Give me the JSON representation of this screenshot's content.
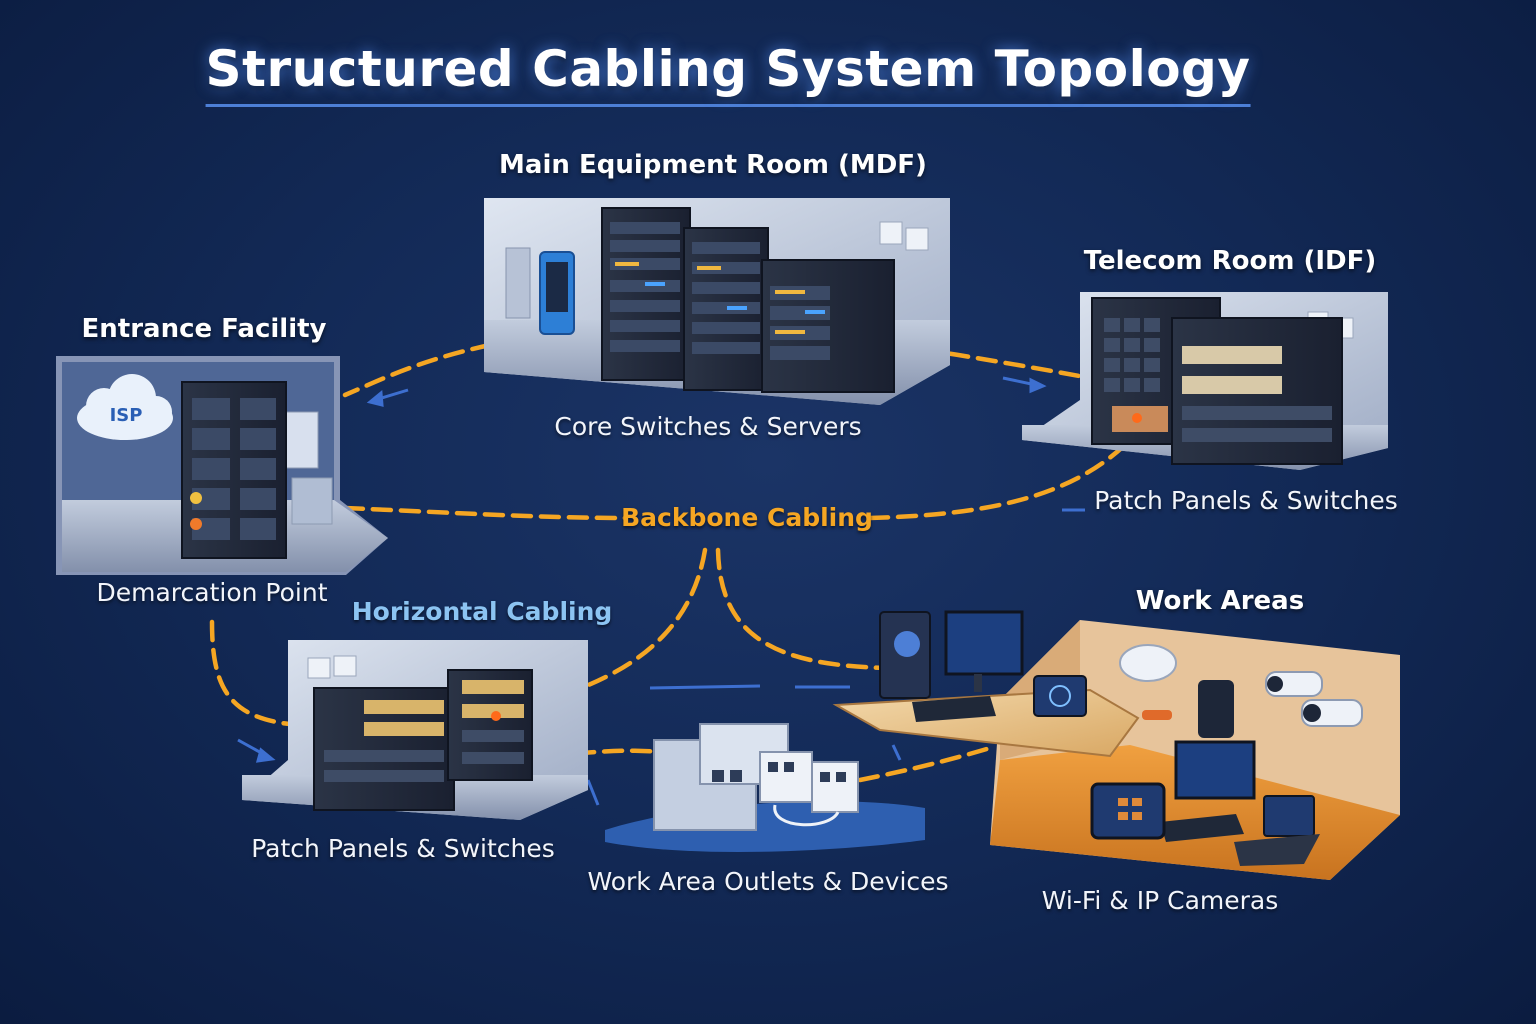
{
  "title": "Structured Cabling System Topology",
  "nodes": {
    "mdf": {
      "heading": "Main Equipment Room (MDF)",
      "caption": "Core Switches & Servers"
    },
    "idf": {
      "heading": "Telecom Room (IDF)",
      "caption": "Patch Panels & Switches"
    },
    "entrance": {
      "heading": "Entrance Facility",
      "caption": "Demarcation Point",
      "cloud_label": "ISP"
    },
    "horizontal": {
      "heading": "Horizontal Cabling",
      "caption": "Patch Panels & Switches"
    },
    "outlets": {
      "caption": "Work Area Outlets & Devices"
    },
    "work_areas": {
      "heading": "Work Areas",
      "caption": "Wi-Fi & IP Cameras"
    }
  },
  "links": {
    "backbone": "Backbone Cabling"
  },
  "colors": {
    "background": "#132a57",
    "cable": "#f5a623",
    "accent_blue": "#8cc4f2",
    "room_wall": "#c9d3e3",
    "work_area_floor": "#e38d2f"
  }
}
